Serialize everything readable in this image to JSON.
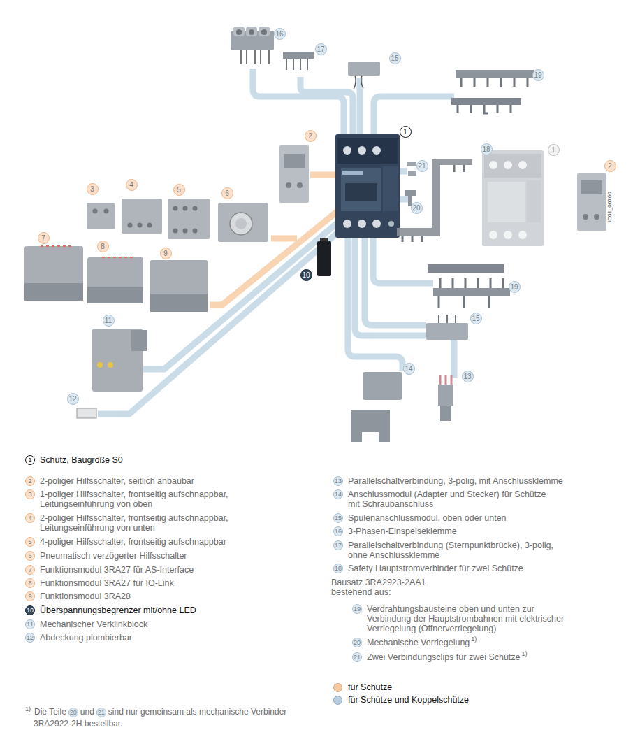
{
  "diagram": {
    "labels": [
      "16",
      "17",
      "15",
      "19",
      "1",
      "2",
      "21",
      "18",
      "1",
      "2",
      "3",
      "4",
      "5",
      "6",
      "20",
      "7",
      "8",
      "9",
      "10",
      "19",
      "11",
      "15",
      "14",
      "13",
      "12",
      "IC01_00760",
      "1",
      "Schütz, Baugröße S0",
      "2",
      "2-poliger Hilfsschalter, seitlich anbaubar",
      "3",
      "1-poliger Hilfsschalter, frontseitig aufschnappbar, Leitungseinführung von oben",
      "4",
      "2-poliger Hilfsschalter, frontseitig aufschnappbar, Leitungseinführung von unten",
      "5",
      "4-poliger Hilfsschalter, frontseitig aufschnappbar",
      "6",
      "Pneumatisch verzögerter Hilfsschalter",
      "7",
      "Funktionsmodul 3RA27 für AS-Interface",
      "8",
      "Funktionsmodul 3RA27 für IO-Link",
      "9",
      "Funktionsmodul 3RA28",
      "10",
      "Überspannungsbegrenzer mit/ohne LED",
      "11",
      "Mechanischer Verklinkblock",
      "12",
      "Abdeckung plombierbar",
      "13",
      "Parallelschaltverbindung, 3-polig, mit Anschlussklemme",
      "14",
      "Anschlussmodul (Adapter und Stecker) für Schütze mit Schraubanschluss",
      "15",
      "Spulenanschlussmodul, oben oder unten",
      "16",
      "3-Phasen-Einspeiseklemme",
      "17",
      "Parallelschaltverbindung (Sternpunktbrücke), 3-polig, ohne Anschlussklemme",
      "18",
      "Safety Hauptstromverbinder für zwei Schütze",
      "Bausatz 3RA2923-2AA1 bestehend aus:",
      "19",
      "Verdrahtungsbausteine oben und unten zur Verbindung der Hauptstrombahnen mit elektrischer Verriegelung (Öffnerverriegelung)",
      "20",
      "Mechanische Verriegelung",
      "1)",
      "21",
      "Zwei Verbindungsclips für zwei Schütze",
      "1)",
      "1)",
      "Die Teile",
      "20",
      "und",
      "21",
      "sind nur gemeinsam als mechanische Verbinder 3RA2922-2H bestellbar."
    ],
    "legend": [
      {
        "text": "für Schütze",
        "color": "#f7c9a1"
      },
      {
        "text": "für Schütze und Koppelschütze",
        "color": "#b7cfe0"
      }
    ]
  }
}
